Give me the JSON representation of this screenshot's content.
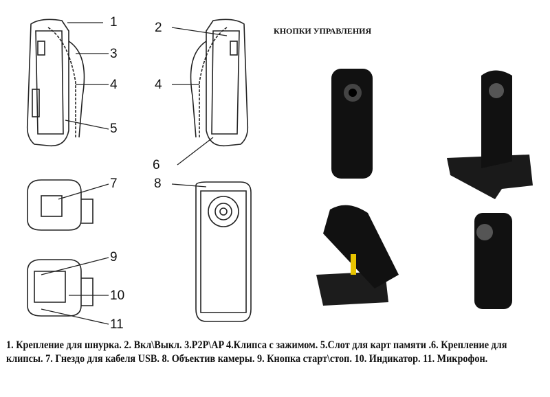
{
  "title": "КНОПКИ УПРАВЛЕНИЯ",
  "callouts": [
    "1",
    "2",
    "3",
    "4",
    "4",
    "5",
    "6",
    "7",
    "8",
    "9",
    "10",
    "11"
  ],
  "caption": "1. Крепление для шнурка. 2. Вкл\\Выкл. 3.P2P\\AP 4.Клипса с зажимом. 5.Слот для карт памяти .6. Крепление для клипсы. 7. Гнездо для кабеля USB. 8. Объектив камеры. 9. Кнопка старт\\стоп. 10. Индикатор. 11. Микрофон."
}
